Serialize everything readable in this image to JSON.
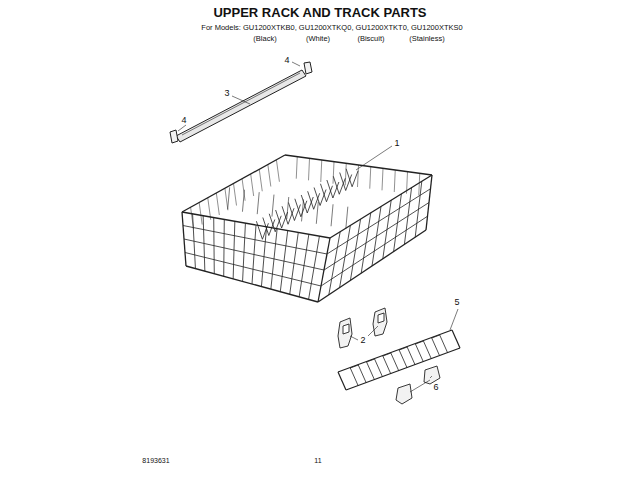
{
  "diagram": {
    "title": "UPPER RACK AND TRACK PARTS",
    "labels": [
      "For Models: GU1200XTKB0, GU1200XTKQ0, GU1200XTKT0, GU1200XTKS0",
      "(Black)",
      "(White)",
      "(Biscuit)",
      "(Stainless)",
      "4",
      "3",
      "4",
      "1",
      "2",
      "5",
      "6",
      "8193631",
      "11"
    ]
  }
}
